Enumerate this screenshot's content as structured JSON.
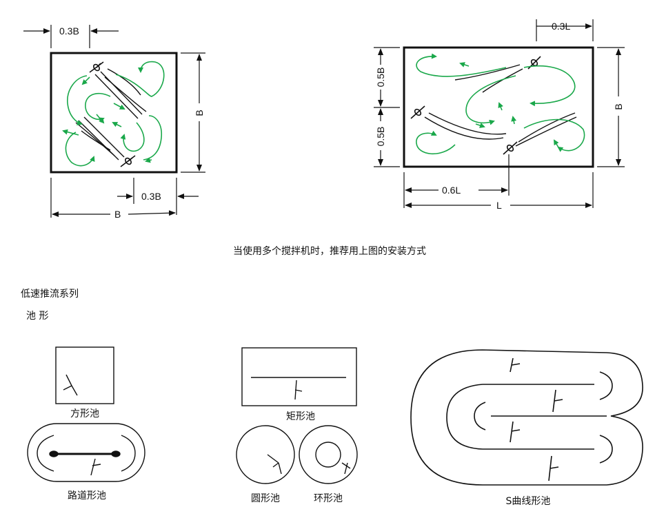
{
  "diagram": {
    "dimensions": {
      "square_top": "0.3B",
      "square_right": "B",
      "square_bottom_inner": "0.3B",
      "square_bottom": "B",
      "rect_top": "0.3L",
      "rect_left_upper": "0.5B",
      "rect_left_lower": "0.5B",
      "rect_right": "B",
      "rect_bottom_inner": "0.6L",
      "rect_bottom": "L"
    },
    "caption": "当使用多个搅拌机时，推荐用上图的安装方式"
  },
  "series_title": "低速推流系列",
  "subtitle": "池 形",
  "pool_shapes": {
    "square": "方形池",
    "rectangle": "矩形池",
    "track": "路道形池",
    "circle": "圆形池",
    "ring": "环形池",
    "s_curve": "S曲线形池"
  },
  "colors": {
    "flow_arrow": "#1aa84a",
    "line": "#111111"
  }
}
